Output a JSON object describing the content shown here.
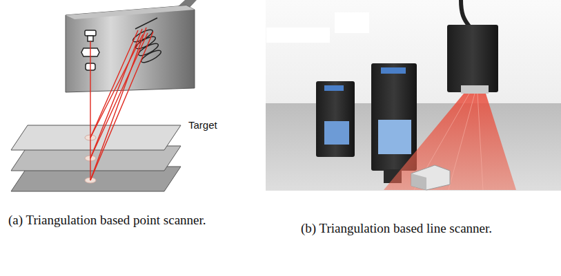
{
  "diagram": {
    "labels": [
      "Target",
      "(a) Triangulation based point scanner.",
      "(b) Triangulation based line scanner."
    ]
  }
}
